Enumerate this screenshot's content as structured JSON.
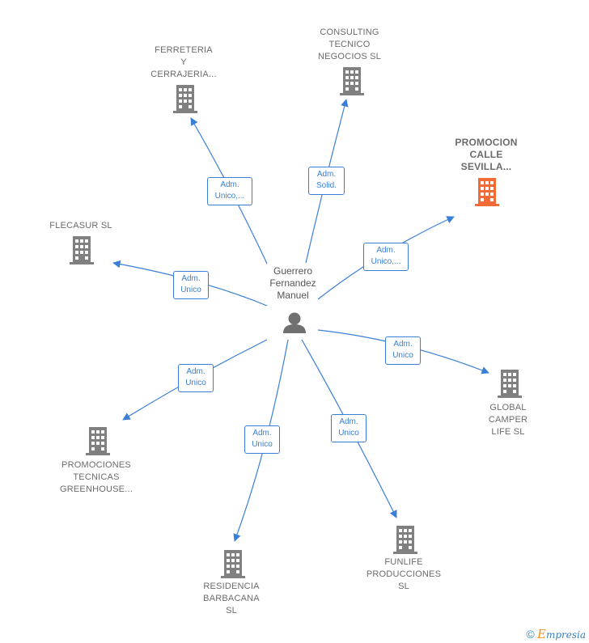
{
  "center": {
    "label": "Guerrero\nFernandez\nManuel",
    "icon": "person-icon"
  },
  "colors": {
    "edge": "#3a7fd5",
    "node": "#808080",
    "highlight": "#f26a35"
  },
  "nodes": [
    {
      "id": "ferreteria",
      "label": "FERRETERIA\nY\nCERRAJERIA...",
      "edge_label": "Adm.\nUnico,...",
      "highlight": false
    },
    {
      "id": "consulting",
      "label": "CONSULTING\nTECNICO\nNEGOCIOS SL",
      "edge_label": "Adm.\nSolid.",
      "highlight": false
    },
    {
      "id": "promocion",
      "label": "PROMOCION\nCALLE\nSEVILLA...",
      "edge_label": "Adm.\nUnico,...",
      "highlight": true
    },
    {
      "id": "flecasur",
      "label": "FLECASUR SL",
      "edge_label": "Adm.\nUnico",
      "highlight": false
    },
    {
      "id": "global",
      "label": "GLOBAL\nCAMPER\nLIFE SL",
      "edge_label": "Adm.\nUnico",
      "highlight": false
    },
    {
      "id": "promociones",
      "label": "PROMOCIONES\nTECNICAS\nGREENHOUSE...",
      "edge_label": "Adm.\nUnico",
      "highlight": false
    },
    {
      "id": "residencia",
      "label": "RESIDENCIA\nBARBACANA\nSL",
      "edge_label": "Adm.\nUnico",
      "highlight": false
    },
    {
      "id": "funlife",
      "label": "FUNLIFE\nPRODUCCIONES\nSL",
      "edge_label": "Adm.\nUnico",
      "highlight": false
    }
  ],
  "footer": {
    "copyright": "©",
    "brand_initial": "E",
    "brand_rest": "mpresia"
  }
}
